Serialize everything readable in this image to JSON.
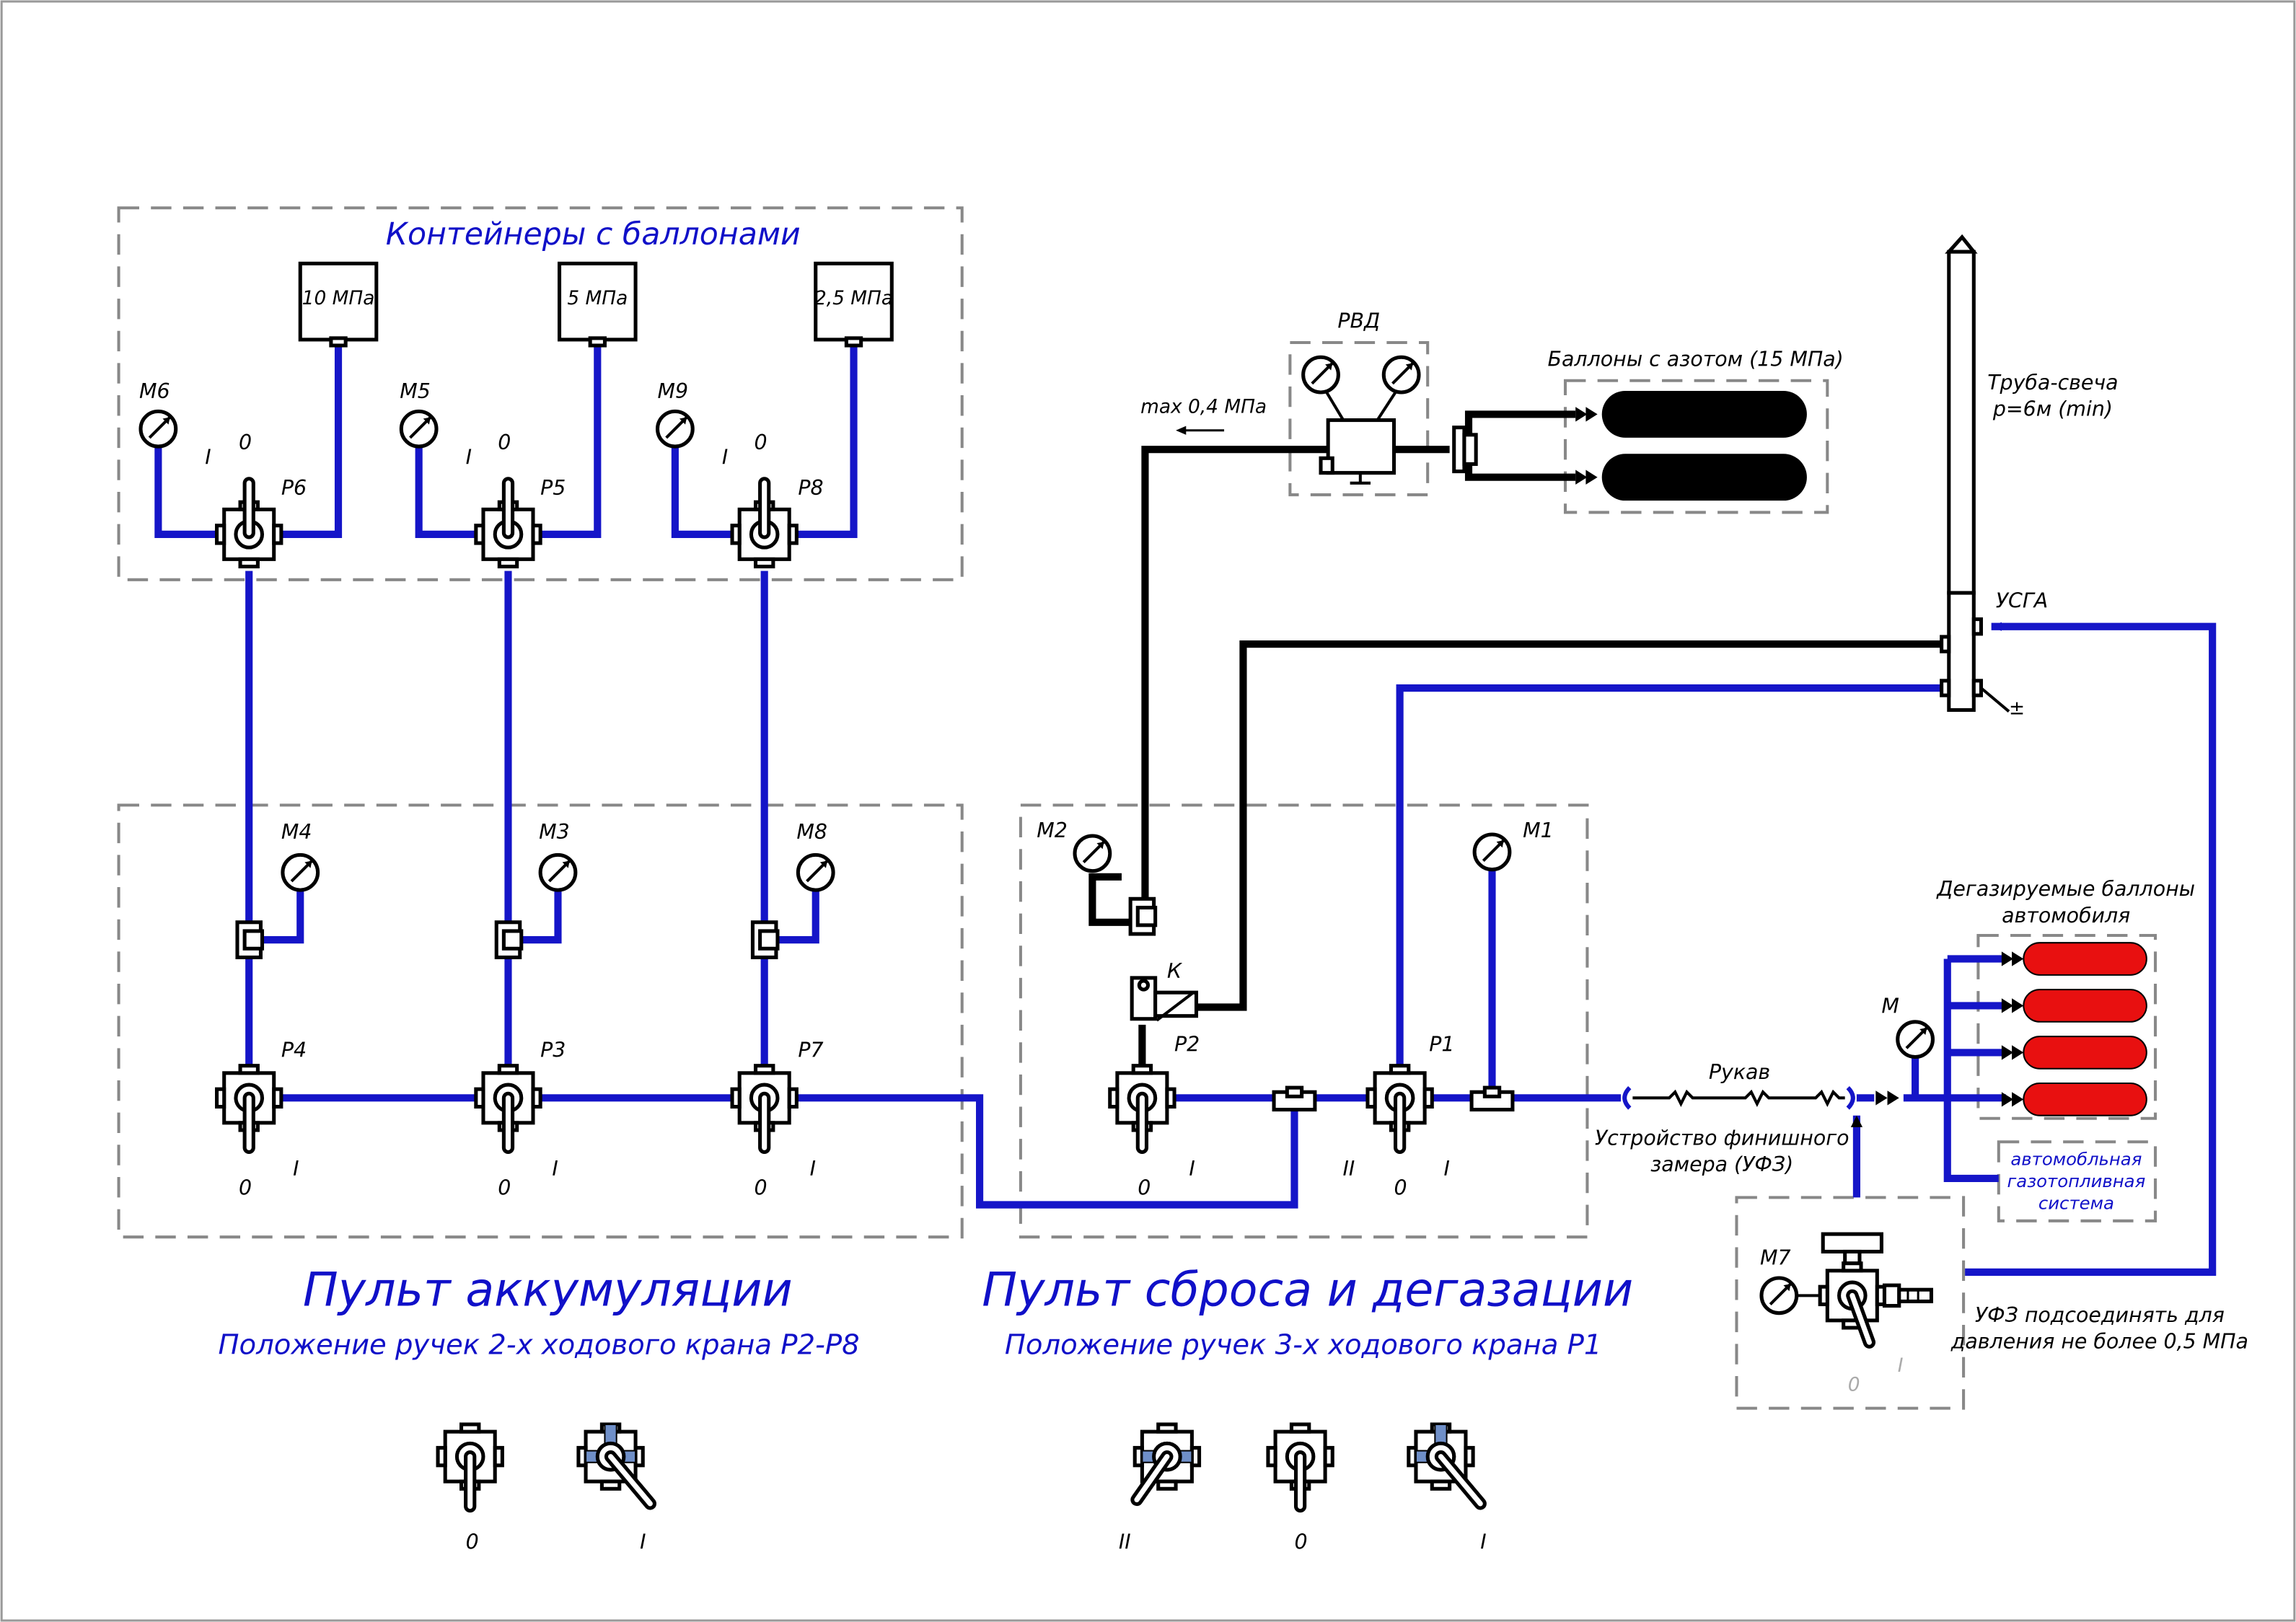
{
  "containers": {
    "cylinders_title": "Контейнеры с баллонами",
    "pressure_10": "10 МПа",
    "pressure_5": "5 МПа",
    "pressure_2_5": "2,5 МПа"
  },
  "gauges": {
    "m6": "М6",
    "m5": "М5",
    "m9": "М9",
    "m4": "М4",
    "m3": "М3",
    "m8": "М8",
    "m2": "М2",
    "m1": "М1",
    "m": "М",
    "m7": "М7"
  },
  "valves": {
    "p6": "Р6",
    "p5": "Р5",
    "p8": "Р8",
    "p4": "Р4",
    "p3": "Р3",
    "p7": "Р7",
    "p2": "Р2",
    "p1": "Р1",
    "k": "К"
  },
  "positions": {
    "zero": "0",
    "one": "I",
    "two": "II"
  },
  "top_right": {
    "rvd": "РВД",
    "max_pressure": "max 0,4 МПа",
    "nitrogen": "Баллоны с азотом (15 МПа)",
    "vent_pipe_line1": "Труба-свеча",
    "vent_pipe_line2": "р=6м (min)",
    "usga": "УСГА",
    "ground": "±"
  },
  "right": {
    "degas_title_line1": "Дегазируемые баллоны",
    "degas_title_line2": "автомобиля",
    "fuel_system_line1": "автомобльная",
    "fuel_system_line2": "газотопливная",
    "fuel_system_line3": "система",
    "hose": "Рукав",
    "ufz_line1": "Устройство финишного",
    "ufz_line2": "замера (УФЗ)",
    "ufz_note_line1": "УФЗ подсоединять для",
    "ufz_note_line2": "давления не более 0,5 МПа"
  },
  "panels": {
    "accumulation_title": "Пульт аккумуляции",
    "accumulation_sub": "Положение ручек 2-х ходового крана Р2-Р8",
    "reset_title": "Пульт сброса и дегазации",
    "reset_sub": "Положение ручек 3-х ходового крана Р1"
  },
  "colors": {
    "gas_line": "#1515c8",
    "nitrogen_line": "#000000",
    "car_cylinders": "#e81010",
    "nitrogen_cylinders": "#000000",
    "valve_passage": "#6f8fc8",
    "frame": "#888888"
  }
}
